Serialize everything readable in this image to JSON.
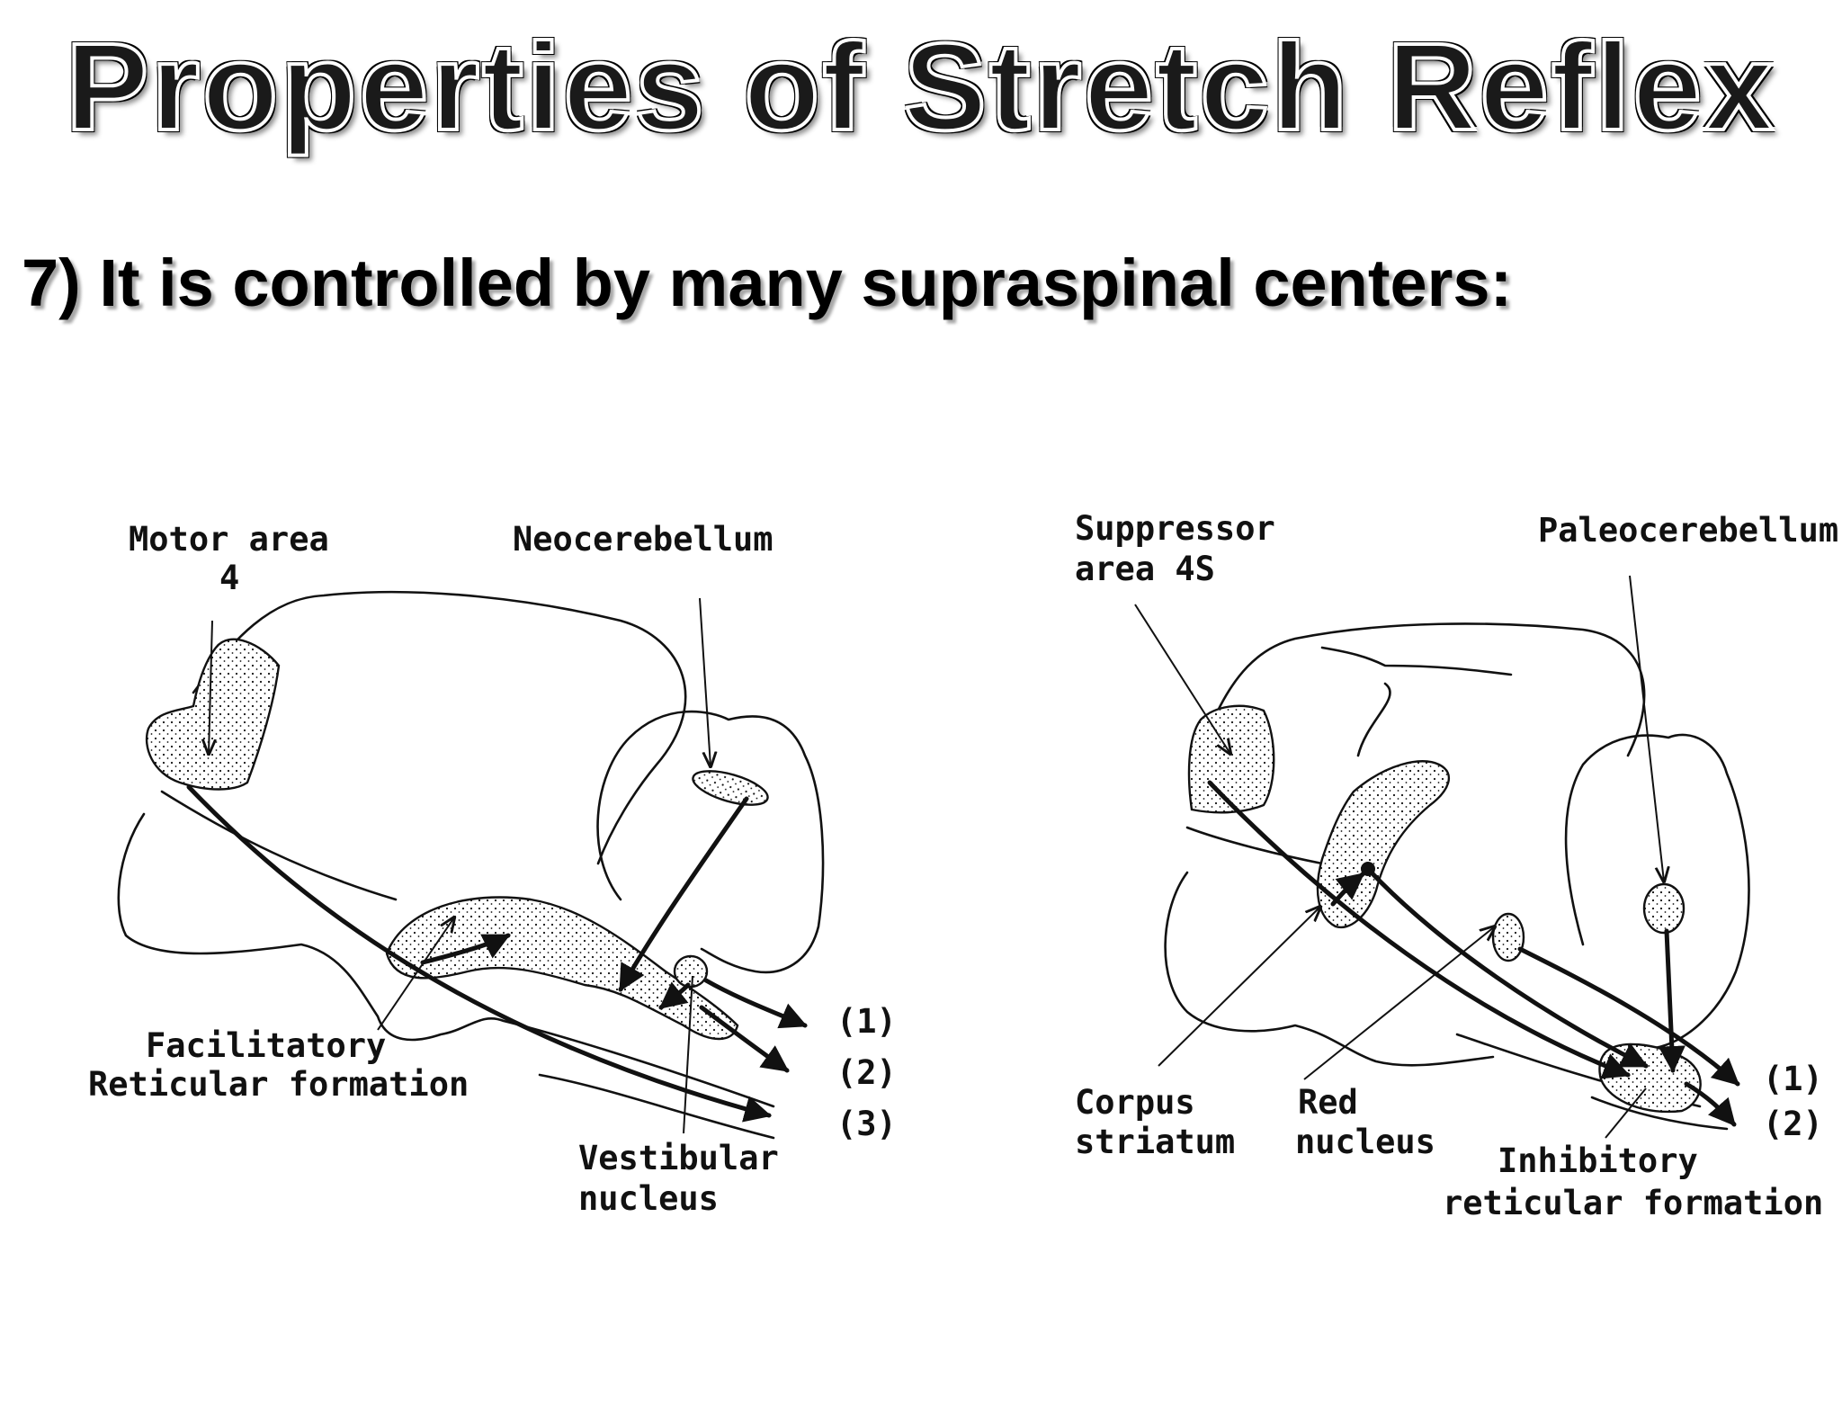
{
  "slide": {
    "title": "Properties of Stretch Reflex",
    "subtitle": "7) It is controlled by many supraspinal centers:"
  },
  "left_diagram": {
    "labels": {
      "motor_area_line1": "Motor area",
      "motor_area_line2": "4",
      "neocerebellum": "Neocerebellum",
      "facilitatory_line1": "Facilitatory",
      "facilitatory_line2": "Reticular formation",
      "vestibular_line1": "Vestibular",
      "vestibular_line2": "nucleus"
    },
    "pathways": [
      "(1)",
      "(2)",
      "(3)"
    ]
  },
  "right_diagram": {
    "labels": {
      "suppressor_line1": "Suppressor",
      "suppressor_line2": "area 4S",
      "paleocerebellum": "Paleocerebellum",
      "corpus_line1": "Corpus",
      "corpus_line2": "striatum",
      "red_line1": "Red",
      "red_line2": "nucleus",
      "inhibitory_line1": "Inhibitory",
      "inhibitory_line2": "reticular formation"
    },
    "pathways": [
      "(1)",
      "(2)"
    ]
  }
}
